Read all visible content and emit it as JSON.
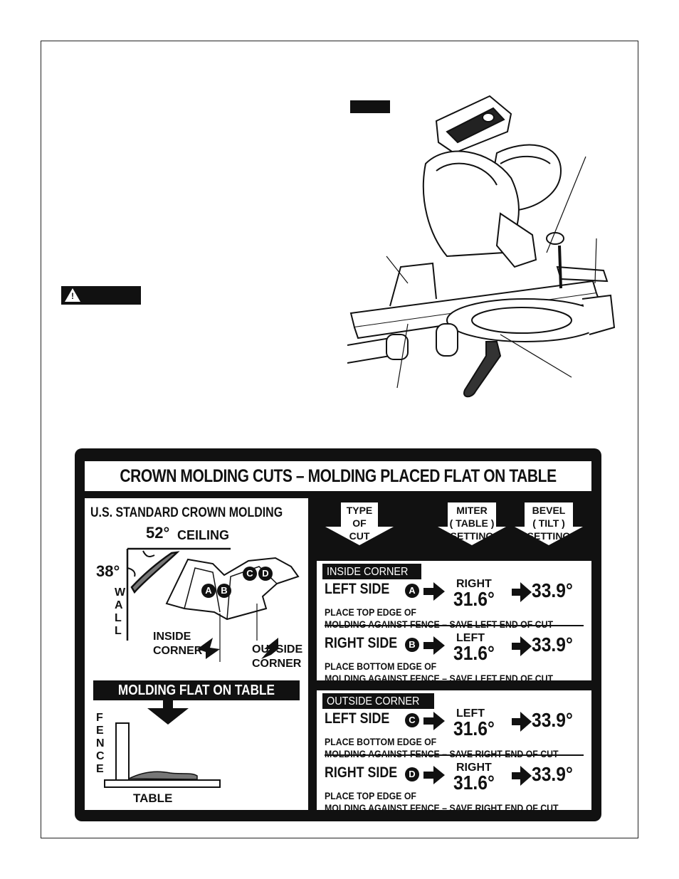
{
  "decal": {
    "title": "CROWN MOLDING CUTS – MOLDING PLACED FLAT ON TABLE",
    "left_panel": {
      "heading": "U.S. STANDARD CROWN MOLDING",
      "angle_ceiling": "52°",
      "ceiling_label": "CEILING",
      "angle_wall": "38°",
      "wall_letters": [
        "W",
        "A",
        "L",
        "L"
      ],
      "markers": [
        "A",
        "B",
        "C",
        "D"
      ],
      "inside_corner": [
        "INSIDE",
        "CORNER"
      ],
      "outside_corner": [
        "OUTSIDE",
        "CORNER"
      ],
      "flat_title": "MOLDING FLAT ON TABLE",
      "fence_letters": [
        "F",
        "E",
        "N",
        "C",
        "E"
      ],
      "table_label": "TABLE"
    },
    "columns": [
      {
        "lines": [
          "TYPE",
          "OF",
          "CUT"
        ]
      },
      {
        "lines": [
          "MITER",
          "( TABLE )",
          "SETTING"
        ]
      },
      {
        "lines": [
          "BEVEL",
          "( TILT )",
          "SETTING"
        ]
      }
    ],
    "groups": [
      {
        "tag": "INSIDE CORNER",
        "rows": [
          {
            "side": "LEFT SIDE",
            "marker": "A",
            "direction": "RIGHT",
            "miter": "31.6°",
            "bevel": "33.9°",
            "instr1": "PLACE TOP EDGE OF",
            "instr2": "MOLDING AGAINST FENCE – SAVE LEFT END OF CUT"
          },
          {
            "side": "RIGHT SIDE",
            "marker": "B",
            "direction": "LEFT",
            "miter": "31.6°",
            "bevel": "33.9°",
            "instr1": "PLACE BOTTOM EDGE OF",
            "instr2": "MOLDING AGAINST FENCE – SAVE LEFT END OF CUT"
          }
        ]
      },
      {
        "tag": "OUTSIDE CORNER",
        "rows": [
          {
            "side": "LEFT SIDE",
            "marker": "C",
            "direction": "LEFT",
            "miter": "31.6°",
            "bevel": "33.9°",
            "instr1": "PLACE BOTTOM EDGE OF",
            "instr2": "MOLDING AGAINST FENCE – SAVE RIGHT END OF CUT"
          },
          {
            "side": "RIGHT SIDE",
            "marker": "D",
            "direction": "RIGHT",
            "miter": "31.6°",
            "bevel": "33.9°",
            "instr1": "PLACE TOP EDGE OF",
            "instr2": "MOLDING AGAINST FENCE – SAVE RIGHT END OF CUT"
          }
        ]
      }
    ]
  }
}
